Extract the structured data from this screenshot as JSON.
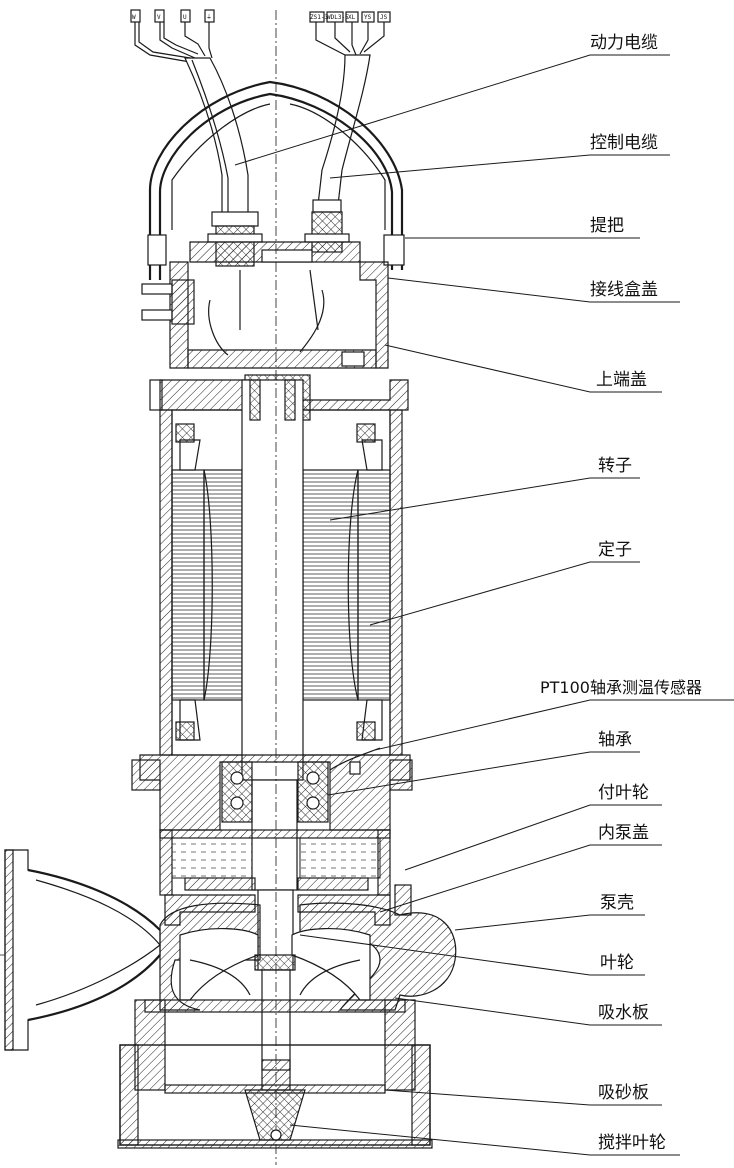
{
  "labels": {
    "power_cable": "动力电缆",
    "control_cable": "控制电缆",
    "handle": "提把",
    "junction_box_cover": "接线盒盖",
    "upper_end_cover": "上端盖",
    "rotor": "转子",
    "stator": "定子",
    "pt100_sensor": "PT100轴承测温传感器",
    "bearing": "轴承",
    "auxiliary_impeller": "付叶轮",
    "inner_pump_cover": "内泵盖",
    "pump_casing": "泵壳",
    "impeller": "叶轮",
    "suction_plate": "吸水板",
    "sand_suction_plate": "吸砂板",
    "stirring_impeller": "搅拌叶轮"
  },
  "terminal_tags": {
    "power": [
      "W",
      "V",
      "U",
      "⏚"
    ],
    "control": [
      "ZS1-3",
      "WDL3-5",
      "XL",
      "YS",
      "JS"
    ]
  }
}
